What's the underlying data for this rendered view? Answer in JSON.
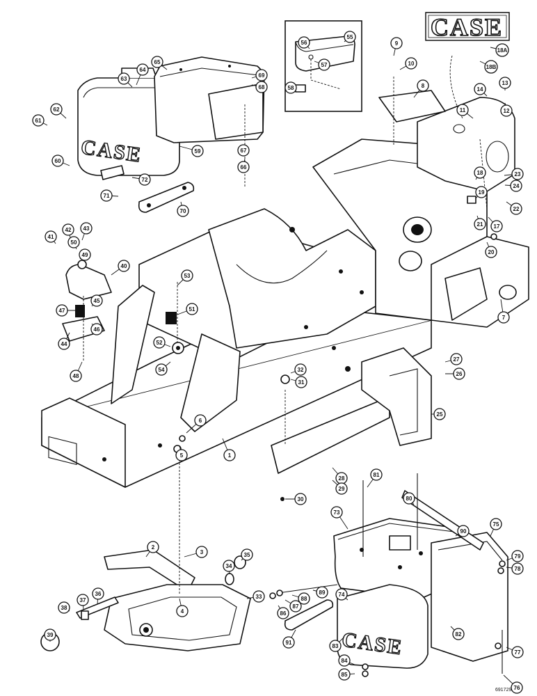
{
  "brand": {
    "logo_text": "CASE",
    "weight_emboss": "CASE"
  },
  "drawing_code": "691729",
  "callouts": [
    "1",
    "2",
    "3",
    "4",
    "5",
    "6",
    "7",
    "8",
    "9",
    "10",
    "11",
    "12",
    "13",
    "14",
    "17",
    "18",
    "18A",
    "18B",
    "19",
    "20",
    "21",
    "22",
    "23",
    "24",
    "25",
    "26",
    "27",
    "28",
    "29",
    "30",
    "31",
    "32",
    "33",
    "34",
    "35",
    "36",
    "37",
    "38",
    "39",
    "40",
    "41",
    "42",
    "43",
    "44",
    "45",
    "46",
    "47",
    "48",
    "49",
    "50",
    "51",
    "52",
    "53",
    "54",
    "55",
    "56",
    "57",
    "58",
    "59",
    "60",
    "61",
    "62",
    "63",
    "64",
    "65",
    "66",
    "67",
    "68",
    "69",
    "70",
    "71",
    "72",
    "73",
    "74",
    "75",
    "76",
    "77",
    "78",
    "79",
    "80",
    "81",
    "82",
    "83",
    "84",
    "85",
    "86",
    "87",
    "88",
    "89",
    "90",
    "91"
  ]
}
